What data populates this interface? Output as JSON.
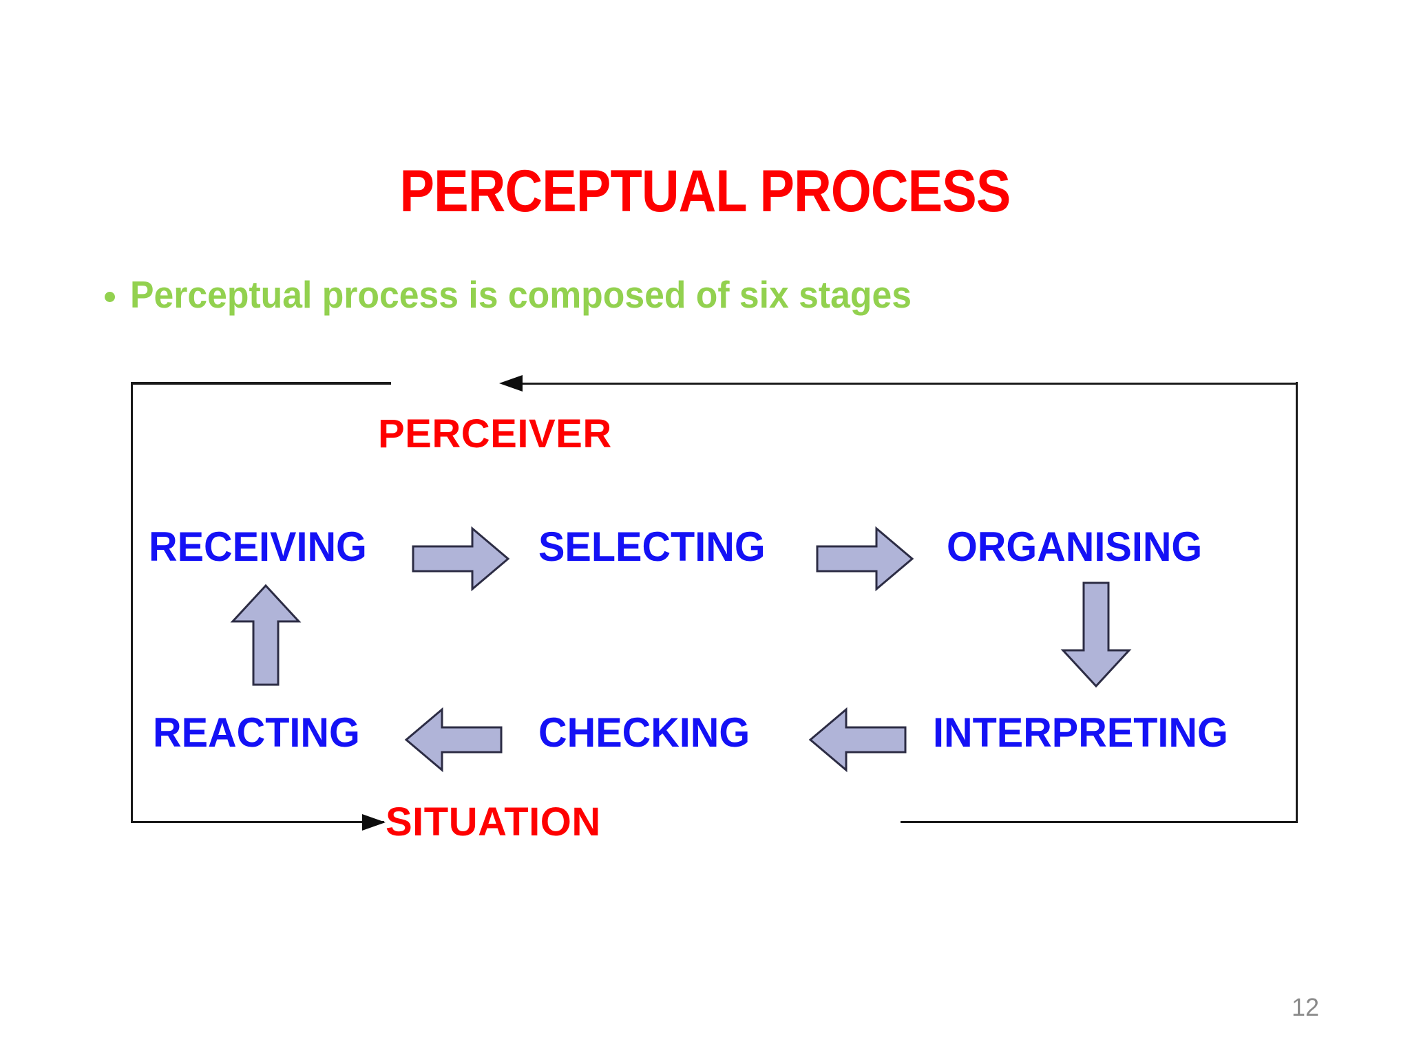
{
  "slide": {
    "title": "PERCEPTUAL PROCESS",
    "bullet": {
      "marker": "bullet-dot",
      "text": "Perceptual process is composed of six stages"
    },
    "page_number": "12"
  },
  "diagram": {
    "top_label": "PERCEIVER",
    "bottom_label": "SITUATION",
    "stages": [
      {
        "id": "receiving",
        "label": "RECEIVING"
      },
      {
        "id": "selecting",
        "label": "SELECTING"
      },
      {
        "id": "organising",
        "label": "ORGANISING"
      },
      {
        "id": "interpreting",
        "label": "INTERPRETING"
      },
      {
        "id": "checking",
        "label": "CHECKING"
      },
      {
        "id": "reacting",
        "label": "REACTING"
      }
    ],
    "connectors": [
      {
        "from": "receiving",
        "to": "selecting",
        "direction": "right",
        "style": "block-arrow"
      },
      {
        "from": "selecting",
        "to": "organising",
        "direction": "right",
        "style": "block-arrow"
      },
      {
        "from": "organising",
        "to": "interpreting",
        "direction": "down",
        "style": "block-arrow"
      },
      {
        "from": "interpreting",
        "to": "checking",
        "direction": "left",
        "style": "block-arrow"
      },
      {
        "from": "checking",
        "to": "reacting",
        "direction": "left",
        "style": "block-arrow"
      },
      {
        "from": "reacting",
        "to": "receiving",
        "direction": "up",
        "style": "block-arrow"
      },
      {
        "from": "frame-top",
        "to": "perceiver",
        "direction": "left",
        "style": "line-arrow"
      },
      {
        "from": "frame-bottom",
        "to": "situation",
        "direction": "right",
        "style": "line-arrow"
      }
    ]
  },
  "colors": {
    "title_red": "#fe0000",
    "bullet_green": "#92d14f",
    "stage_blue": "#1411f5",
    "arrow_fill": "#b0b4d8",
    "arrow_stroke": "#2c2c44",
    "frame_black": "#1a1a1a",
    "page_number_gray": "#898989",
    "background": "#ffffff"
  }
}
